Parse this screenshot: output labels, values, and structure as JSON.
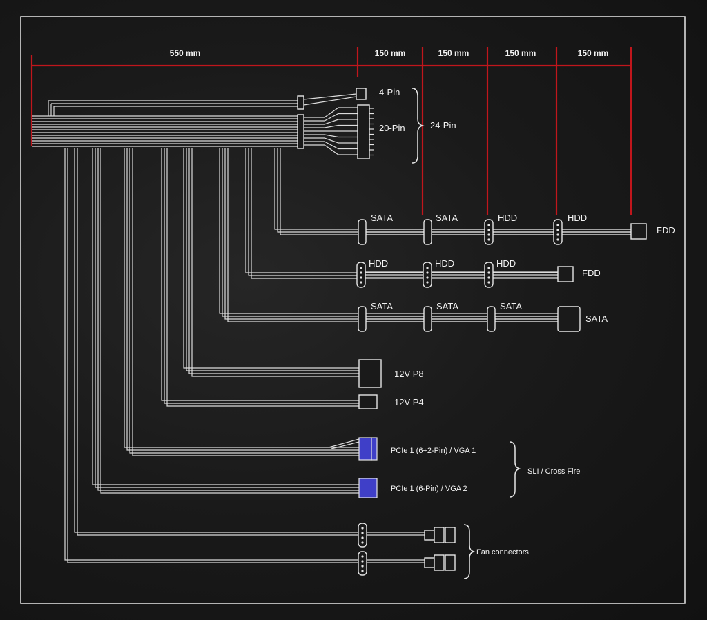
{
  "colors": {
    "background": "#1a1a1a",
    "wire": "#dcdcdc",
    "measure": "#c0161c",
    "pcie": "#3f3fc8"
  },
  "dimensions": [
    "550 mm",
    "150 mm",
    "150 mm",
    "150 mm",
    "150 mm"
  ],
  "main_connector": {
    "pin4": "4-Pin",
    "pin20": "20-Pin",
    "pin24": "24-Pin"
  },
  "sata_hdd_fdd_cable": [
    "SATA",
    "SATA",
    "HDD",
    "HDD",
    "FDD"
  ],
  "hdd_fdd_cable": [
    "HDD",
    "HDD",
    "HDD",
    "FDD"
  ],
  "sata_cable": [
    "SATA",
    "SATA",
    "SATA",
    "SATA"
  ],
  "cpu_power": {
    "p8": "12V P8",
    "p4": "12V P4"
  },
  "pcie": {
    "vga1": "PCIe 1 (6+2-Pin) / VGA 1",
    "vga2": "PCIe 1 (6-Pin) / VGA 2",
    "group": "SLI / Cross Fire"
  },
  "fans": {
    "label": "Fan connectors"
  }
}
